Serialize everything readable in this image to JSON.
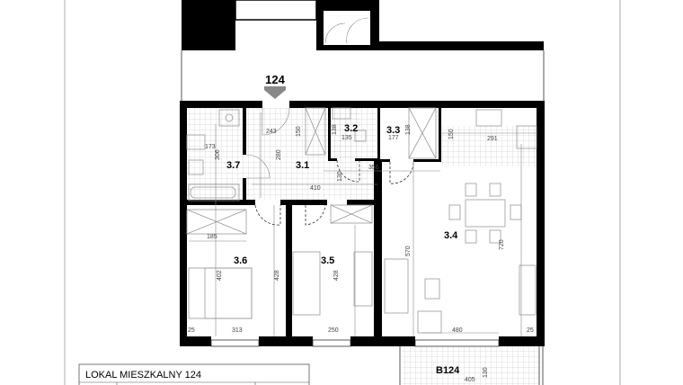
{
  "unit_label": "124",
  "title": "LOKAL MIESZKALNY 124",
  "colors": {
    "wall": "#000000",
    "tile_grid": "#bbbbbb",
    "arrow": "#888888"
  },
  "rooms": [
    {
      "id": "3.1",
      "label": "3.1"
    },
    {
      "id": "3.2",
      "label": "3.2"
    },
    {
      "id": "3.3",
      "label": "3.3"
    },
    {
      "id": "3.4",
      "label": "3.4"
    },
    {
      "id": "3.5",
      "label": "3.5"
    },
    {
      "id": "3.6",
      "label": "3.6"
    },
    {
      "id": "3.7",
      "label": "3.7"
    },
    {
      "id": "B124",
      "label": "B124"
    }
  ],
  "dimensions": [
    "173",
    "306",
    "243",
    "280",
    "150",
    "138",
    "135",
    "177",
    "138",
    "150",
    "291",
    "356",
    "130",
    "410",
    "185",
    "402",
    "428",
    "428",
    "570",
    "720",
    "25",
    "313",
    "250",
    "480",
    "25",
    "405",
    "130"
  ]
}
